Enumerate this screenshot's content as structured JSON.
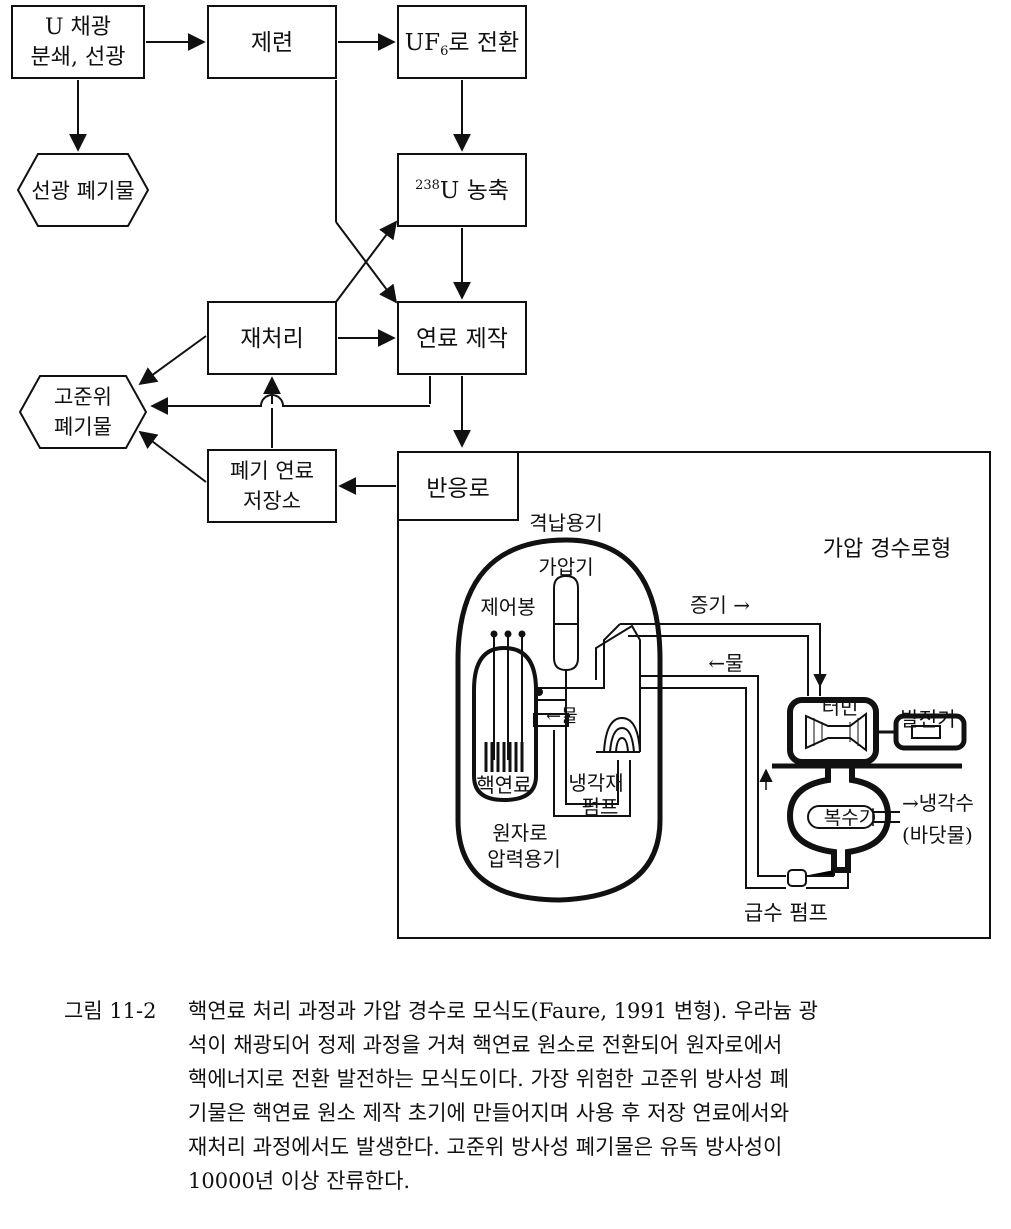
{
  "flow": {
    "mining": [
      "U 채광",
      "분쇄, 선광"
    ],
    "refining": "제련",
    "conversion": {
      "uf": "UF",
      "sub": "6",
      "rest": "로 전환"
    },
    "mill_waste": "선광 폐기물",
    "enrichment": {
      "sup": "238",
      "rest": "U 농축"
    },
    "reprocessing": "재처리",
    "fuel_fab": "연료 제작",
    "hlw": [
      "고준위",
      "폐기물"
    ],
    "spent_fuel": [
      "폐기 연료",
      "저장소"
    ],
    "reactor": "반응로"
  },
  "pwr": {
    "type_label": "가압 경수로형",
    "containment": "격납용기",
    "pressurizer": "가압기",
    "control_rods": "제어봉",
    "fuel": "핵연료",
    "vessel": [
      "원자로",
      "압력용기"
    ],
    "coolant_pump": [
      "냉각재",
      "펌프"
    ],
    "water_in": "←물",
    "steam": "증기 →",
    "water_return": "←물",
    "turbine": "터빈",
    "generator": "발전기",
    "condenser": "복수기",
    "cooling_water": [
      "→냉각수",
      "(바닷물)"
    ],
    "feed_pump": "급수 펌프"
  },
  "caption": {
    "label": "그림 11-2",
    "lines": [
      "핵연료 처리 과정과 가압 경수로 모식도(Faure, 1991 변형). 우라늄 광",
      "석이 채광되어 정제 과정을 거쳐 핵연료 원소로 전환되어 원자로에서",
      "핵에너지로 전환 발전하는 모식도이다. 가장 위험한 고준위 방사성 폐",
      "기물은 핵연료 원소 제작 초기에 만들어지며 사용 후 저장 연료에서와",
      "재처리 과정에서도 발생한다. 고준위 방사성 폐기물은 유독 방사성이",
      "10000년 이상 잔류한다."
    ]
  }
}
